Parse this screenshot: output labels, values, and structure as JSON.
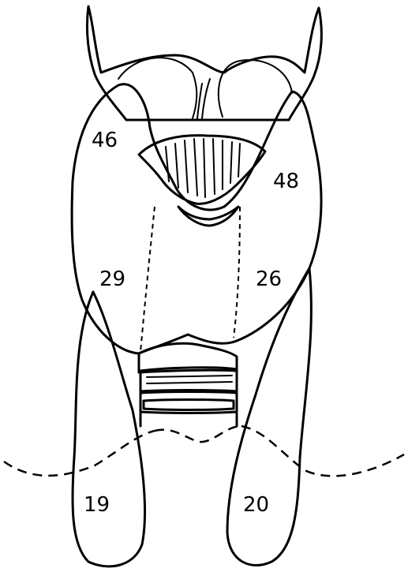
{
  "figure": {
    "labels": {
      "upper_right": "46",
      "upper_left": "48",
      "mid_right": "29",
      "mid_left": "26",
      "low_right": "19",
      "low_left": "20"
    }
  }
}
